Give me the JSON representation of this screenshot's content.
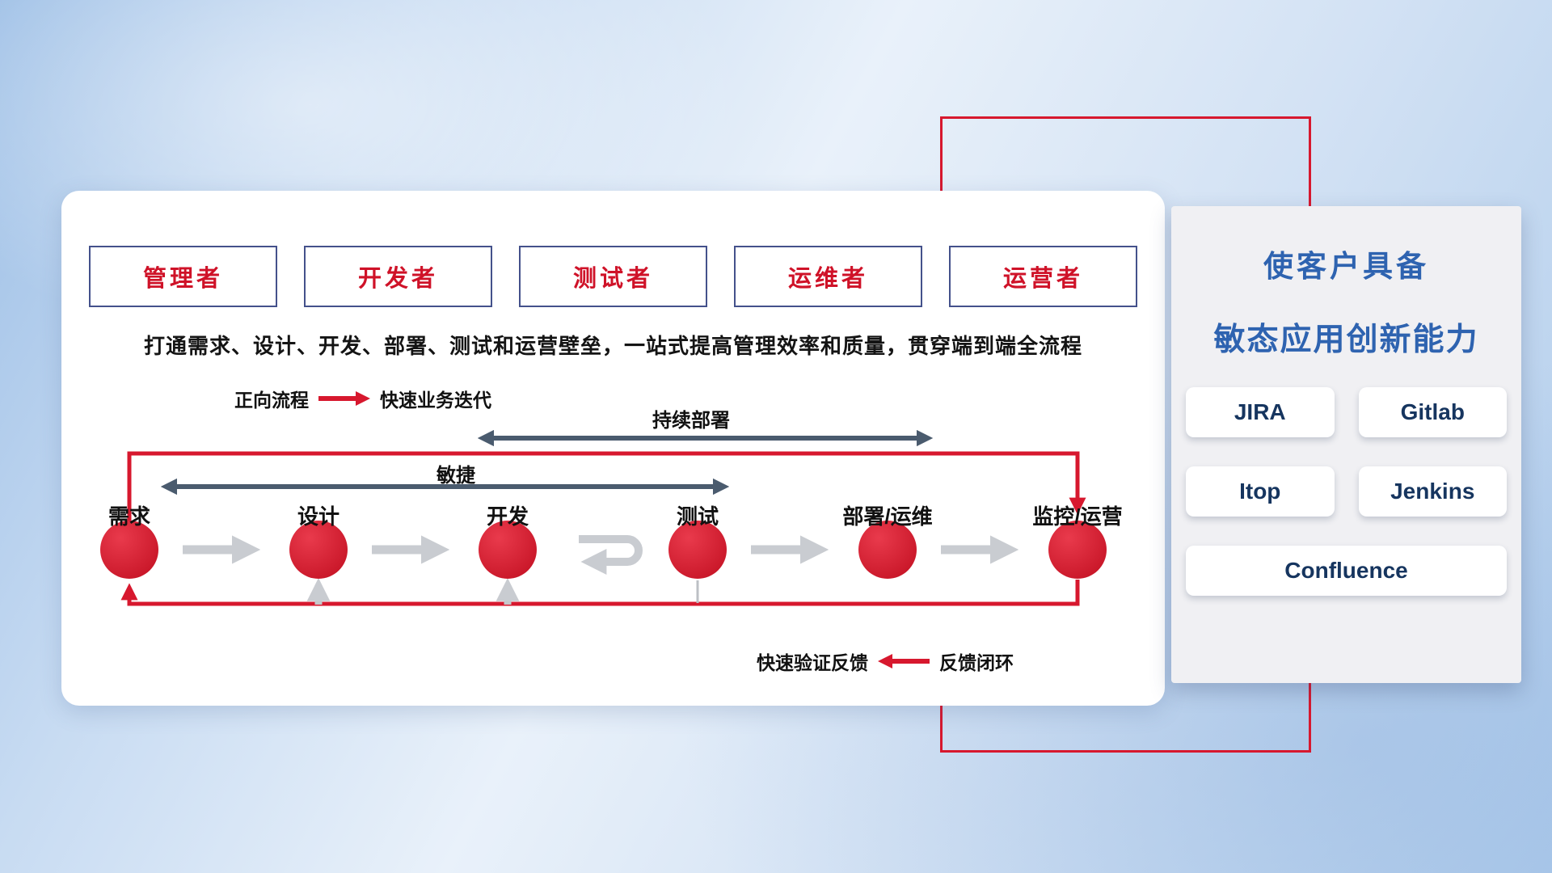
{
  "card": {
    "roles": [
      {
        "label": "管理者"
      },
      {
        "label": "开发者"
      },
      {
        "label": "测试者"
      },
      {
        "label": "运维者"
      },
      {
        "label": "运营者"
      }
    ],
    "subtitle": "打通需求、设计、开发、部署、测试和运营壁垒，一站式提高管理效率和质量，贯穿端到端全流程",
    "legend_forward": {
      "name": "正向流程",
      "desc": "快速业务迭代"
    },
    "legend_feedback": {
      "desc": "快速验证反馈",
      "name": "反馈闭环"
    },
    "flow_arrows": {
      "continuous_deploy": "持续部署",
      "agile": "敏捷"
    },
    "stages": [
      {
        "label": "需求"
      },
      {
        "label": "设计"
      },
      {
        "label": "开发"
      },
      {
        "label": "测试"
      },
      {
        "label": "部署/运维"
      },
      {
        "label": "监控/运营"
      }
    ]
  },
  "panel": {
    "title_line1": "使客户具备",
    "title_line2": "敏态应用创新能力",
    "tools": [
      {
        "label": "JIRA"
      },
      {
        "label": "Gitlab"
      },
      {
        "label": "Itop"
      },
      {
        "label": "Jenkins"
      },
      {
        "label": "Confluence"
      }
    ]
  },
  "colors": {
    "accent_red": "#d7182e",
    "slate_arrow": "#4a5b6e",
    "title_blue": "#2e63b0",
    "tool_text": "#16355f",
    "gray_arrow": "#c9ccd1"
  }
}
